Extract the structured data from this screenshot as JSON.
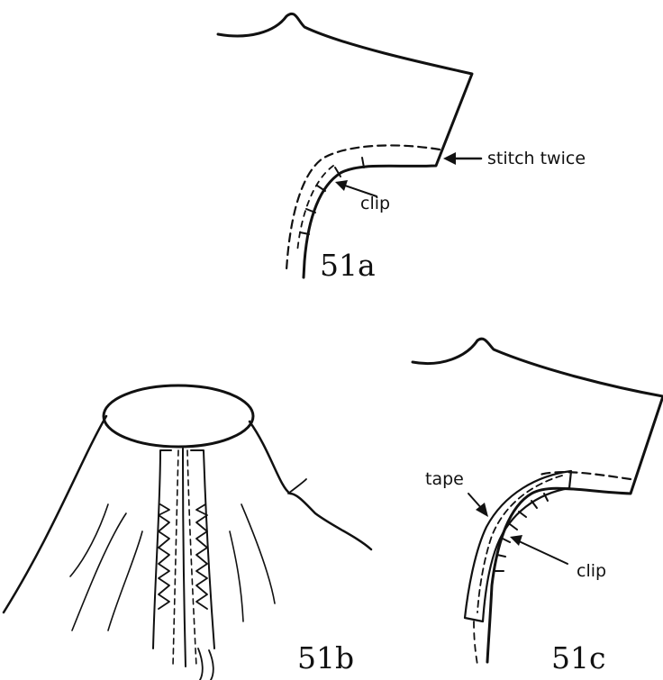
{
  "figures": [
    {
      "id": "51a",
      "caption": "51a",
      "annotations": [
        {
          "key": "stitch",
          "text": "stitch twice"
        },
        {
          "key": "clip",
          "text": "clip"
        }
      ]
    },
    {
      "id": "51b",
      "caption": "51b",
      "annotations": []
    },
    {
      "id": "51c",
      "caption": "51c",
      "annotations": [
        {
          "key": "tape",
          "text": "tape"
        },
        {
          "key": "clip",
          "text": "clip"
        }
      ]
    }
  ],
  "colors": {
    "ink": "#111111",
    "background": "#ffffff"
  }
}
